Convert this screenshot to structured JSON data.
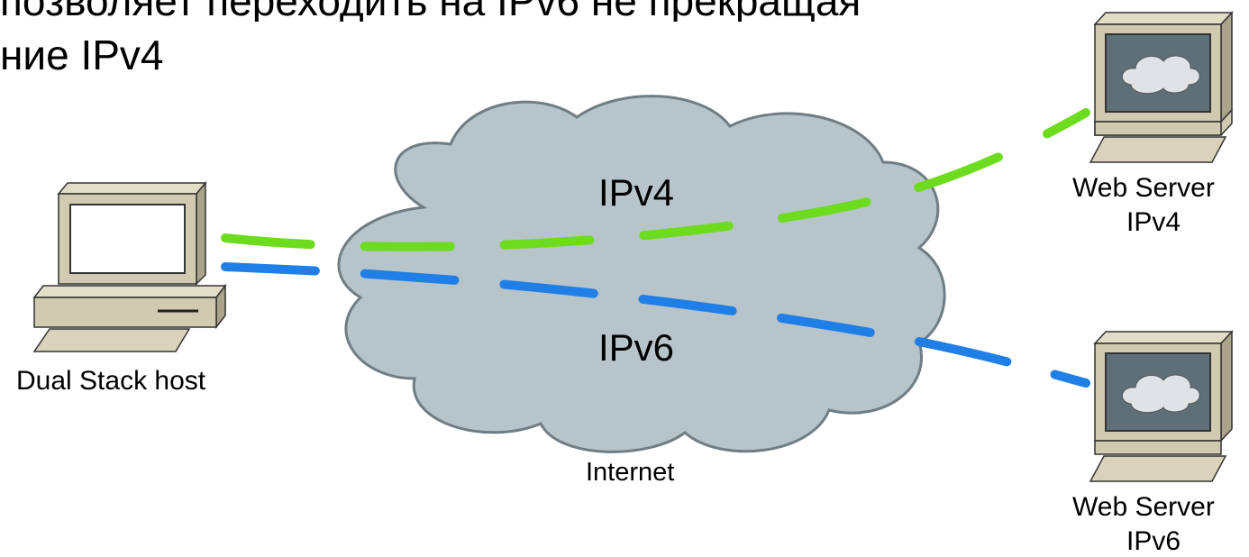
{
  "slide": {
    "title_line_1": "позволяет переходить на IPv6 не прекращая",
    "title_line_2": "ние IPv4"
  },
  "cloud": {
    "name": "Internet",
    "ipv4_label": "IPv4",
    "ipv6_label": "IPv6"
  },
  "nodes": {
    "host": {
      "label": "Dual Stack host"
    },
    "server_v4": {
      "label_line_1": "Web Server",
      "label_line_2": "IPv4"
    },
    "server_v6": {
      "label_line_1": "Web Server",
      "label_line_2": "IPv6"
    }
  },
  "colors": {
    "ipv4_link": "#6ddc1e",
    "ipv6_link": "#1f7fe6",
    "cloud_fill": "#b7c4ca",
    "cloud_stroke": "#6f7d84",
    "device_body": "#cfcab0",
    "device_screen": "#5e6f78"
  }
}
